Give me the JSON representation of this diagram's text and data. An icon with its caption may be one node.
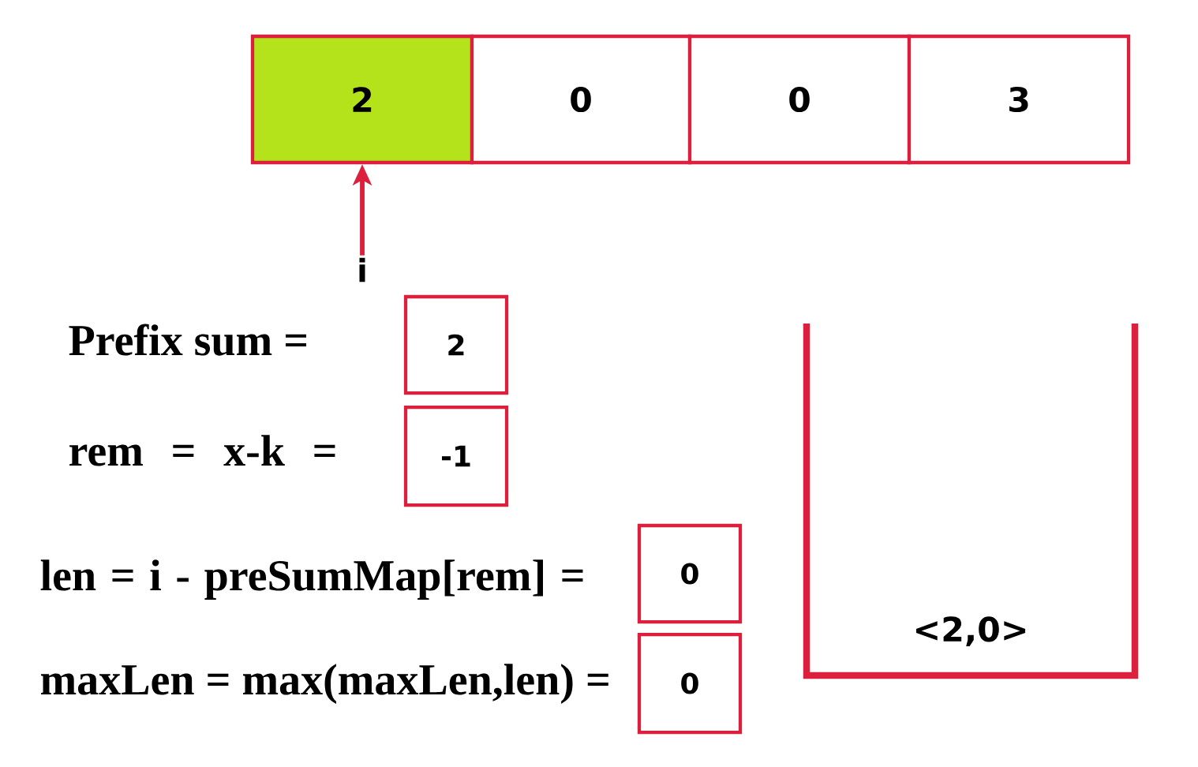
{
  "diagram": {
    "nodes": [
      {
        "text": [
          "2"
        ]
      },
      {
        "text": [
          "0"
        ]
      },
      {
        "text": [
          "0"
        ]
      },
      {
        "text": [
          "3"
        ]
      },
      {
        "text": [
          "i"
        ]
      },
      {
        "text": [
          "2"
        ],
        "beside": [
          "Prefix sum ="
        ]
      },
      {
        "text": [
          "-1"
        ],
        "beside": [
          "rem = x-k ="
        ]
      },
      {
        "text": [
          "0"
        ],
        "beside": [
          "len = i - preSumMap[rem] ="
        ]
      },
      {
        "text": [
          "0"
        ],
        "beside": [
          "maxLen = max(maxLen,len) ="
        ]
      },
      {
        "text": [
          "<2,0>"
        ]
      }
    ],
    "edges": [
      {
        "from": 4,
        "to": 0,
        "arrow": "to"
      }
    ]
  }
}
